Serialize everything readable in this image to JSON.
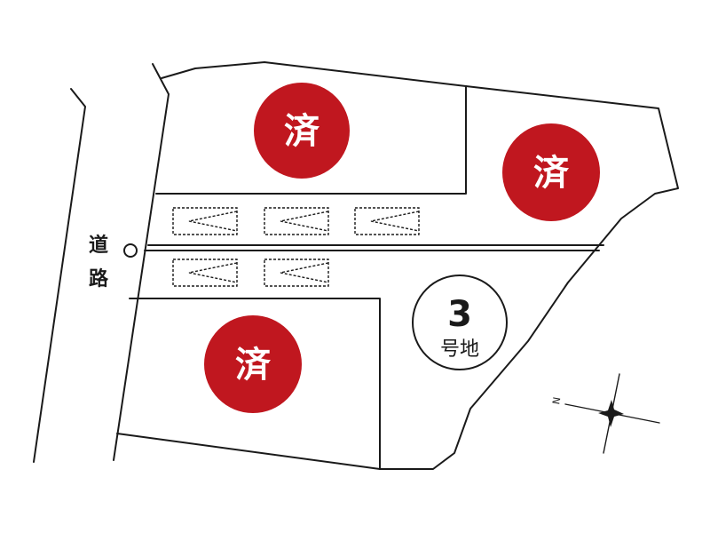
{
  "lots": [
    {
      "id": "lot-a",
      "status_label": "済",
      "sold": true
    },
    {
      "id": "lot-b",
      "status_label": "済",
      "sold": true
    },
    {
      "id": "lot-c",
      "status_label": "済",
      "sold": true
    },
    {
      "id": "lot-3",
      "number": "3",
      "suffix": "号地",
      "sold": false
    }
  ],
  "road": {
    "label_line1": "道",
    "label_line2": "路"
  },
  "compass": {
    "north_label": "N"
  },
  "parking_spaces": {
    "count": 5
  },
  "colors": {
    "sold": "#c0171f",
    "line": "#1a1a1a",
    "background": "#ffffff"
  }
}
